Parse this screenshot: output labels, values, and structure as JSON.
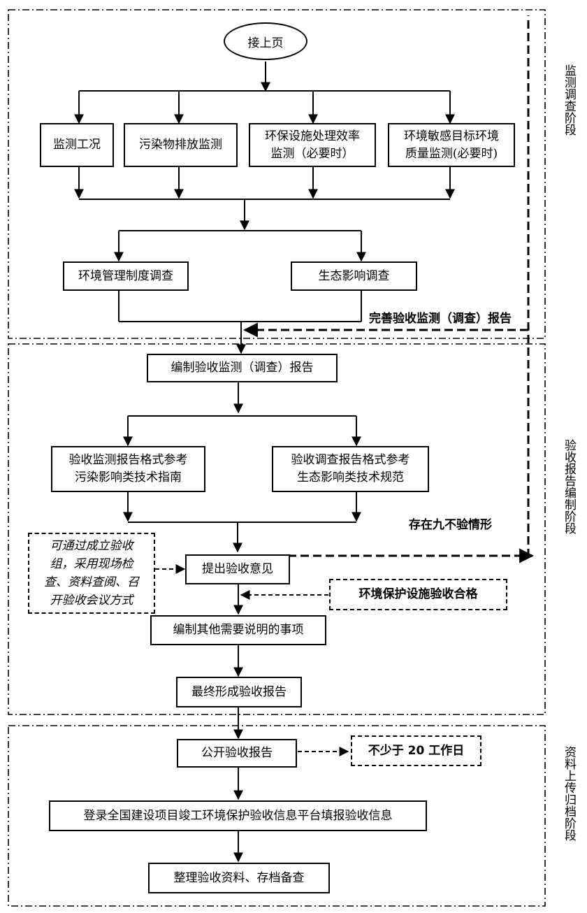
{
  "start": "接上页",
  "stages": {
    "stage1": "监测调查阶段",
    "stage2": "验收报告编制阶段",
    "stage3": "资料上传归档阶段"
  },
  "monitor_items": {
    "item1": "监测工况",
    "item2": "污染物排放监测",
    "item3_line1": "环保设施处理效率",
    "item3_line2": "监测（必要时）",
    "item4_line1": "环境敏感目标环境",
    "item4_line2": "质量监测(必要时)"
  },
  "survey_items": {
    "mgmt": "环境管理制度调查",
    "eco": "生态影响调查"
  },
  "improve_label": "完善验收监测（调查）报告",
  "compile_report": "编制验收监测（调查）报告",
  "format_refs": {
    "monitor_line1": "验收监测报告格式参考",
    "monitor_line2": "污染影响类技术指南",
    "survey_line1": "验收调查报告格式参考",
    "survey_line2": "生态影响类技术规范"
  },
  "nine_no_label": "存在九不验情形",
  "note": {
    "line1": "可通过成立验收",
    "line2": "组，采用现场检",
    "line3": "查、资料查阅、召",
    "line4": "开验收会议方式"
  },
  "propose_opinion": "提出验收意见",
  "facility_qualified": "环境保护设施验收合格",
  "other_matters": "编制其他需要说明的事项",
  "final_report": "最终形成验收报告",
  "publish_report": "公开验收报告",
  "min_days": "不少于 20 工作日",
  "register_platform": "登录全国建设项目竣工环境保护验收信息平台填报验收信息",
  "archive": "整理验收资料、存档备查",
  "colors": {
    "line": "#000000",
    "background": "#ffffff"
  }
}
